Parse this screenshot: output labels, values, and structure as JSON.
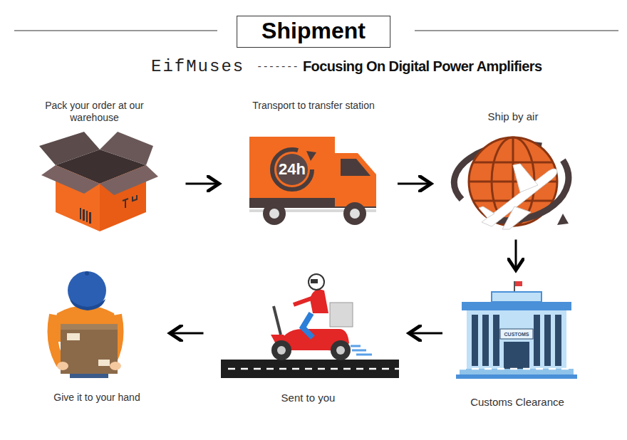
{
  "diagram": {
    "title": "Shipment",
    "nodes": [
      {
        "text": [
          "Pack your order at our warehouse"
        ]
      },
      {
        "text": [
          "Transport to transfer station"
        ]
      },
      {
        "text": [
          "Ship by air"
        ]
      },
      {
        "text": [
          "Customs Clearance"
        ]
      },
      {
        "text": [
          "Sent to you"
        ]
      },
      {
        "text": [
          "Give it to your hand"
        ]
      }
    ],
    "edges": [
      {
        "from": 0,
        "to": 1,
        "arrow": "to"
      },
      {
        "from": 1,
        "to": 2,
        "arrow": "to"
      },
      {
        "from": 2,
        "to": 3,
        "arrow": "to"
      },
      {
        "from": 3,
        "to": 4,
        "arrow": "to"
      },
      {
        "from": 4,
        "to": 5,
        "arrow": "to"
      }
    ],
    "labels": [
      "EifMuses",
      "-------",
      "Focusing On Digital Power Amplifiers",
      "24h",
      "CUSTOMS"
    ]
  }
}
